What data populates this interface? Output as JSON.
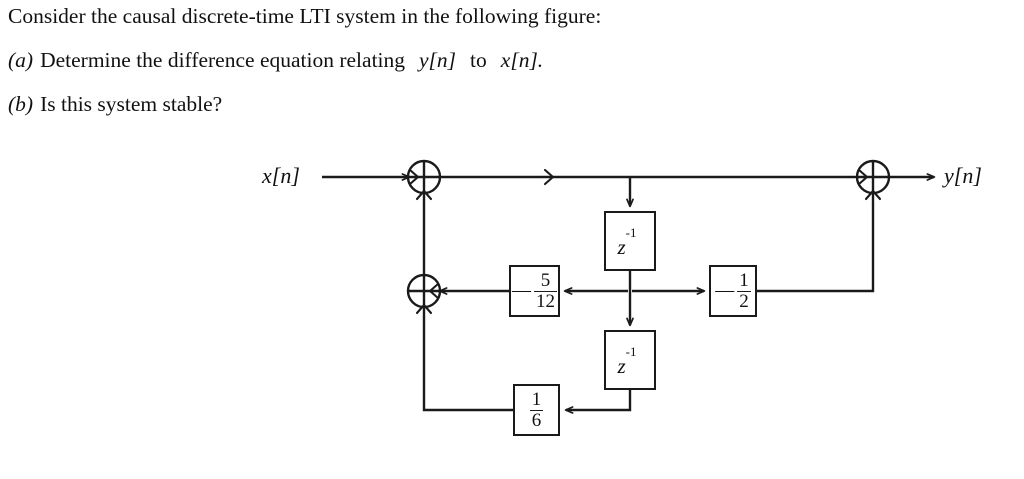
{
  "problem": {
    "lines": [
      "Consider the causal discrete-time LTI system in the following figure:",
      "(a) Determine the difference equation relating  y[n]  to  x[n].",
      "(b) Is this system stable?"
    ],
    "line1": "Consider the causal discrete-time LTI system in the following figure:",
    "line2_part_label": "(a)",
    "line2_text_a": "Determine the difference equation relating",
    "line2_var1": "y[n]",
    "line2_text_b": "to",
    "line2_var2": "x[n].",
    "line3_part_label": "(b)",
    "line3_text": "Is this system stable?"
  },
  "figure": {
    "input_label": "x[n]",
    "output_label": "y[n]",
    "delay_blocks": [
      {
        "name": "delay-1",
        "label_base": "z",
        "label_exp": "-1"
      },
      {
        "name": "delay-2",
        "label_base": "z",
        "label_exp": "-1"
      }
    ],
    "gain_blocks": [
      {
        "name": "gain-minus-5-12",
        "sign": "—",
        "numerator": "5",
        "denominator": "12",
        "value": "-5/12"
      },
      {
        "name": "gain-minus-1-2",
        "sign": "—",
        "numerator": "1",
        "denominator": "2",
        "value": "-1/2"
      },
      {
        "name": "gain-1-6",
        "sign": "",
        "numerator": "1",
        "denominator": "6",
        "value": "1/6"
      }
    ],
    "adders": [
      {
        "name": "adder-input",
        "symbol": "⊕"
      },
      {
        "name": "adder-feedback",
        "symbol": "⊕"
      },
      {
        "name": "adder-output",
        "symbol": "⊕"
      }
    ],
    "line_color": "#1a1a1a"
  }
}
